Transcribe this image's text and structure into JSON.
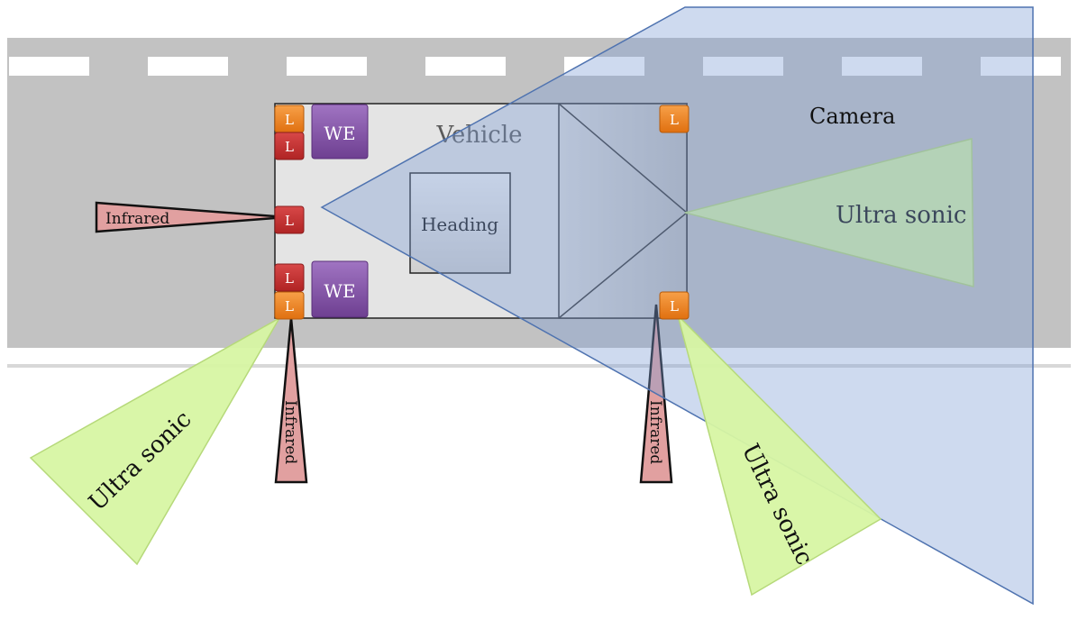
{
  "labels": {
    "vehicle": "Vehicle",
    "heading": "Heading",
    "camera": "Camera",
    "wheel_encoder": "WE",
    "led": "L",
    "ultrasonic": "Ultra sonic",
    "infrared": "Infrared"
  },
  "colors": {
    "road": "#c2c2c2",
    "lane_marking": "#ffffff",
    "vehicle_body": "#e4e4e4",
    "camera_fov": "#7f9fd4",
    "ultrasonic": "#d7f5a3",
    "infrared": "#e1a0a0",
    "wheel_encoder": "#8855aa",
    "led_orange": "#f0871d",
    "led_red": "#cc3333"
  }
}
